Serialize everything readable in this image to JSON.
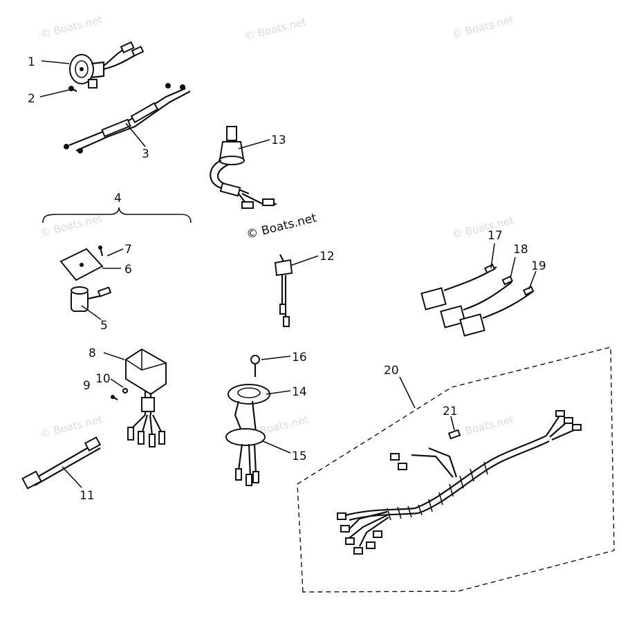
{
  "watermark": "© Boats.net",
  "callouts": {
    "c1": "1",
    "c2": "2",
    "c3": "3",
    "c4": "4",
    "c5": "5",
    "c6": "6",
    "c7": "7",
    "c8": "8",
    "c9": "9",
    "c10": "10",
    "c11": "11",
    "c12": "12",
    "c13": "13",
    "c14": "14",
    "c15": "15",
    "c16": "16",
    "c17": "17",
    "c18": "18",
    "c19": "19",
    "c20": "20",
    "c21": "21"
  }
}
